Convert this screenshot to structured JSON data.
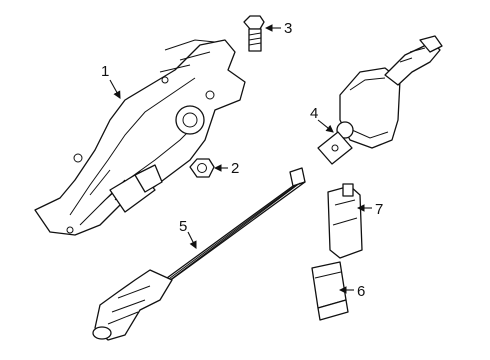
{
  "diagram": {
    "callouts": [
      {
        "id": "part-1",
        "label": "1"
      },
      {
        "id": "part-2",
        "label": "2"
      },
      {
        "id": "part-3",
        "label": "3"
      },
      {
        "id": "part-4",
        "label": "4"
      },
      {
        "id": "part-5",
        "label": "5"
      },
      {
        "id": "part-6",
        "label": "6"
      },
      {
        "id": "part-7",
        "label": "7"
      }
    ],
    "colors": {
      "line": "#111111",
      "background": "#ffffff"
    }
  }
}
